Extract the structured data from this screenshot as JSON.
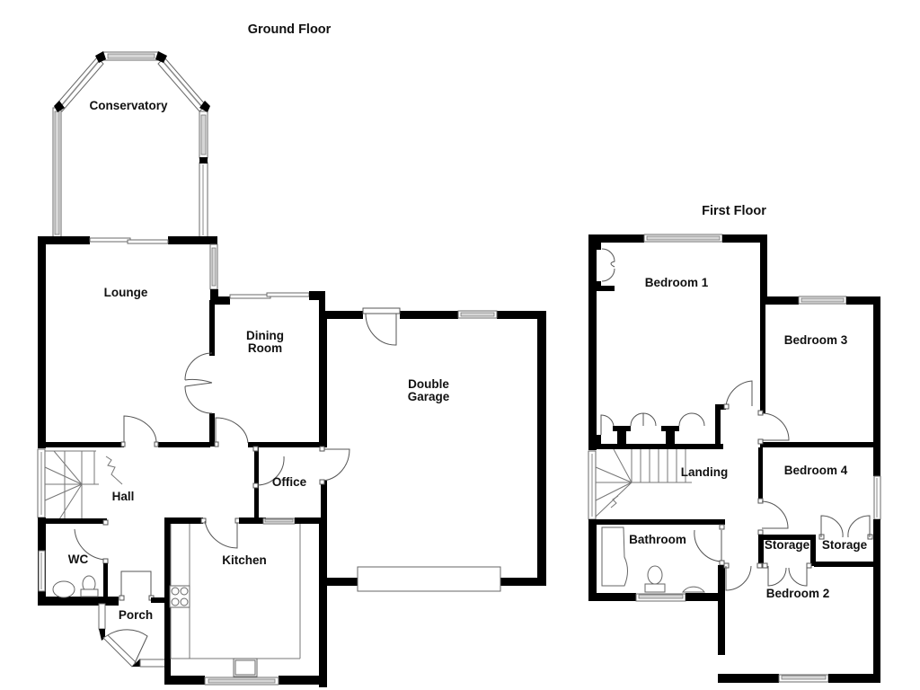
{
  "floors": [
    {
      "title": "Ground Floor",
      "rooms": [
        {
          "label": "Conservatory"
        },
        {
          "label": "Lounge"
        },
        {
          "label_line1": "Dining",
          "label_line2": "Room"
        },
        {
          "label_line1": "Double",
          "label_line2": "Garage"
        },
        {
          "label": "Hall"
        },
        {
          "label": "Office"
        },
        {
          "label": "WC"
        },
        {
          "label": "Kitchen"
        },
        {
          "label": "Porch"
        }
      ]
    },
    {
      "title": "First Floor",
      "rooms": [
        {
          "label": "Bedroom 1"
        },
        {
          "label": "Bedroom 3"
        },
        {
          "label": "Landing"
        },
        {
          "label": "Bedroom 4"
        },
        {
          "label": "Bathroom"
        },
        {
          "label": "Storage"
        },
        {
          "label": "Storage"
        },
        {
          "label": "Bedroom 2"
        }
      ]
    }
  ],
  "colors": {
    "wall": "#000000",
    "window_glass": "#d6d6d6",
    "fixture_line": "#777777",
    "background": "#ffffff"
  }
}
